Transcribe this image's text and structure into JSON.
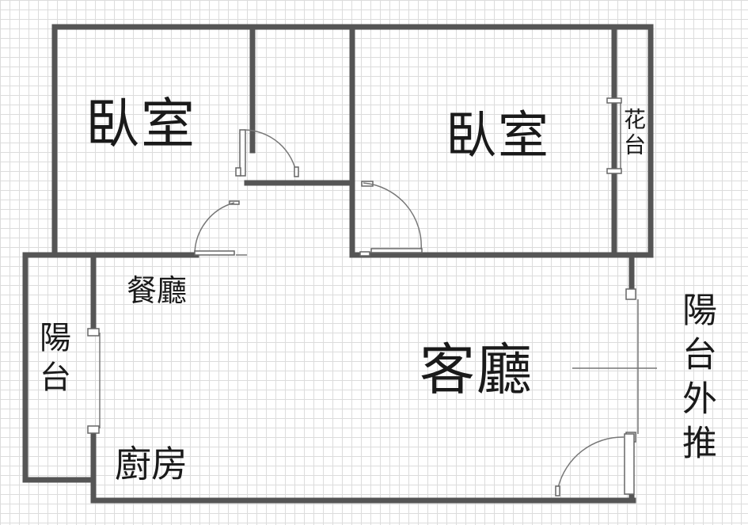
{
  "rooms": {
    "bedroom_left": "臥室",
    "bedroom_right": "臥室",
    "flower_stand": "花台",
    "dining_room": "餐廳",
    "balcony_left": "陽台",
    "living_room": "客廳",
    "balcony_outward": "陽台外推",
    "kitchen": "廚房"
  },
  "colors": {
    "wall": "#555555",
    "text": "#1a1a1a",
    "grid": "#dcdcdc"
  }
}
